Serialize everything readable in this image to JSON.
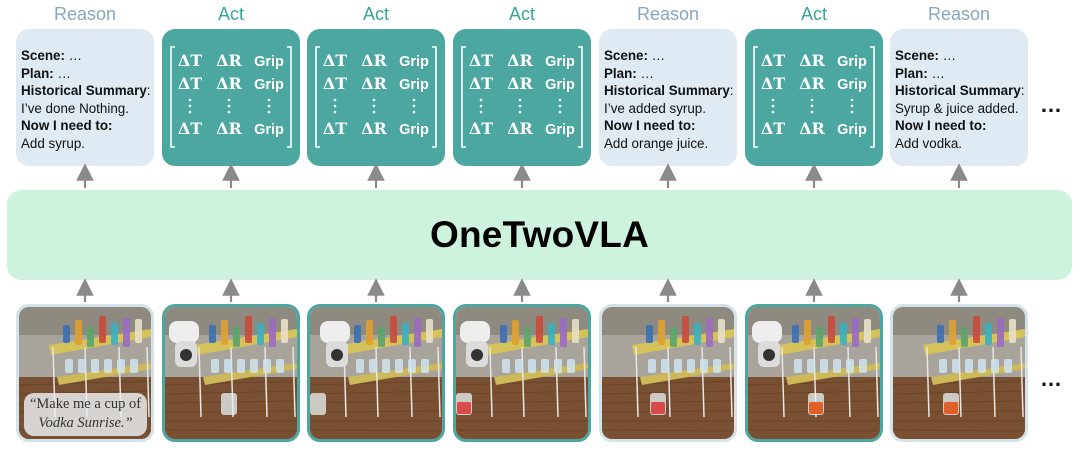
{
  "columns": [
    {
      "kind": "reason",
      "label": "Reason"
    },
    {
      "kind": "act",
      "label": "Act"
    },
    {
      "kind": "act",
      "label": "Act"
    },
    {
      "kind": "act",
      "label": "Act"
    },
    {
      "kind": "reason",
      "label": "Reason"
    },
    {
      "kind": "act",
      "label": "Act"
    },
    {
      "kind": "reason",
      "label": "Reason"
    }
  ],
  "reason_cards": [
    {
      "scene_label": "Scene",
      "scene_value": "…",
      "plan_label": "Plan",
      "plan_value": "…",
      "summary_label": "Historical Summary",
      "summary_value": "I’ve done Nothing.",
      "need_label": "Now I need to",
      "need_value": "Add syrup."
    },
    {
      "scene_label": "Scene",
      "scene_value": "…",
      "plan_label": "Plan",
      "plan_value": "…",
      "summary_label": "Historical Summary",
      "summary_value": "I’ve added syrup.",
      "need_label": "Now I need to",
      "need_value": "Add orange juice."
    },
    {
      "scene_label": "Scene",
      "scene_value": "…",
      "plan_label": "Plan",
      "plan_value": "…",
      "summary_label": "Historical Summary",
      "summary_value": "Syrup & juice added.",
      "need_label": "Now I need to",
      "need_value": "Add vodka."
    }
  ],
  "action_matrix": {
    "col1": "ΔT",
    "col2": "ΔR",
    "col3": "Grip"
  },
  "model": {
    "title": "OneTwoVLA"
  },
  "instruction": {
    "line1": "“Make me a cup of",
    "line2": "Vodka Sunrise.”"
  },
  "ellipsis": "…",
  "colors": {
    "reason_label": "#8aa6bf",
    "act_label": "#3aa39a",
    "reason_card": "#dfeaf2",
    "act_card": "#4ca7a1",
    "model_box": "#cdf2dd"
  }
}
